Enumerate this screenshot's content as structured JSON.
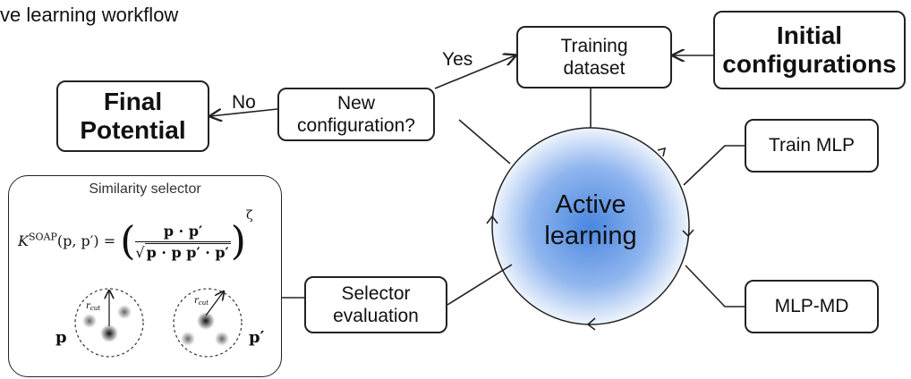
{
  "title": "ve learning workflow",
  "center": {
    "line1": "Active",
    "line2": "learning"
  },
  "nodes": {
    "training_dataset": {
      "line1": "Training",
      "line2": "dataset"
    },
    "initial_configurations": {
      "line1": "Initial",
      "line2": "configurations"
    },
    "new_configuration": {
      "line1": "New",
      "line2": "configuration?"
    },
    "final_potential": {
      "line1": "Final",
      "line2": "Potential"
    },
    "train_mlp": {
      "label": "Train MLP"
    },
    "mlp_md": {
      "label": "MLP-MD"
    },
    "selector_evaluation": {
      "line1": "Selector",
      "line2": "evaluation"
    }
  },
  "edge_labels": {
    "yes": "Yes",
    "no": "No"
  },
  "selector_panel": {
    "title": "Similarity selector",
    "formula": {
      "k": "K",
      "superscript": "SOAP",
      "args": "(p, p′) =",
      "numerator": "p · p′",
      "denominator": "p · p p′ · p′",
      "exponent": "ζ"
    },
    "env_left": "p",
    "env_right": "p′",
    "rcut": "r",
    "rcut_sub": "cut"
  },
  "colors": {
    "circle_center": "#4a86e0",
    "circle_edge": "#eef4fc",
    "stroke": "#222222"
  }
}
